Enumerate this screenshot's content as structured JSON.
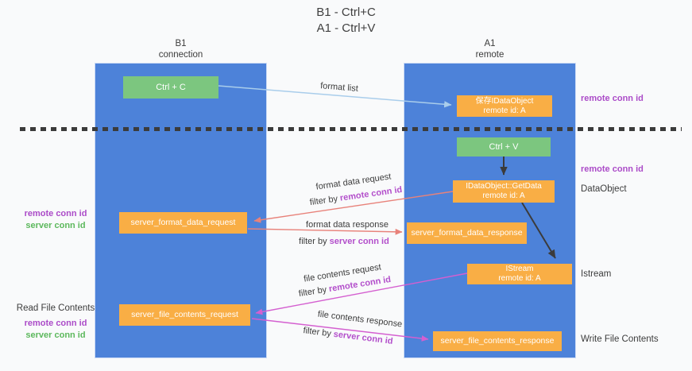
{
  "title": {
    "line1": "B1 - Ctrl+C",
    "line2": "A1 - Ctrl+V"
  },
  "lanes": {
    "left": {
      "name": "B1",
      "role": "connection"
    },
    "right": {
      "name": "A1",
      "role": "remote"
    }
  },
  "nodes": {
    "ctrl_c": {
      "label": "Ctrl + C"
    },
    "ctrl_v": {
      "label": "Ctrl + V"
    },
    "saved_dataobject": {
      "line1": "保存IDataObject",
      "line2": "remote id: A"
    },
    "idataobject_getdata": {
      "line1": "IDataObject::GetData",
      "line2": "remote id: A"
    },
    "istream": {
      "line1": "IStream",
      "line2": "remote id: A"
    },
    "server_format_data_request": {
      "label": "server_format_data_request"
    },
    "server_format_data_response": {
      "label": "server_format_data_response"
    },
    "server_file_contents_request": {
      "label": "server_file_contents_request"
    },
    "server_file_contents_response": {
      "label": "server_file_contents_response"
    }
  },
  "edge_labels": {
    "format_list": "format list",
    "format_data_request": "format data request",
    "format_data_response": "format data response",
    "file_contents_request": "file contents request",
    "file_contents_response": "file contents response",
    "filter_by_prefix": "filter by",
    "remote_conn_id": "remote conn id",
    "server_conn_id": "server conn id"
  },
  "annotations": {
    "right": {
      "remote_conn_id_top": "remote conn id",
      "remote_conn_id_mid": "remote conn id",
      "dataobject": "DataObject",
      "istream": "Istream",
      "write_file_contents": "Write File Contents"
    },
    "left": {
      "remote_conn_id_mid": "remote conn id",
      "server_conn_id_mid": "server conn id",
      "read_file_contents": "Read File Contents",
      "remote_conn_id_bottom": "remote conn id",
      "server_conn_id_bottom": "server conn id"
    }
  },
  "colors": {
    "lane_fill": "#4d82d9",
    "node_orange": "#f9ae45",
    "node_green": "#7cc67f",
    "arrow_black": "#3b3b3b",
    "arrow_red": "#e8827a",
    "arrow_magenta": "#d45fd0",
    "arrow_lightblue": "#a9cdeb",
    "conn_id_purple": "#ab4bc8",
    "conn_id_green": "#5cb85c"
  }
}
